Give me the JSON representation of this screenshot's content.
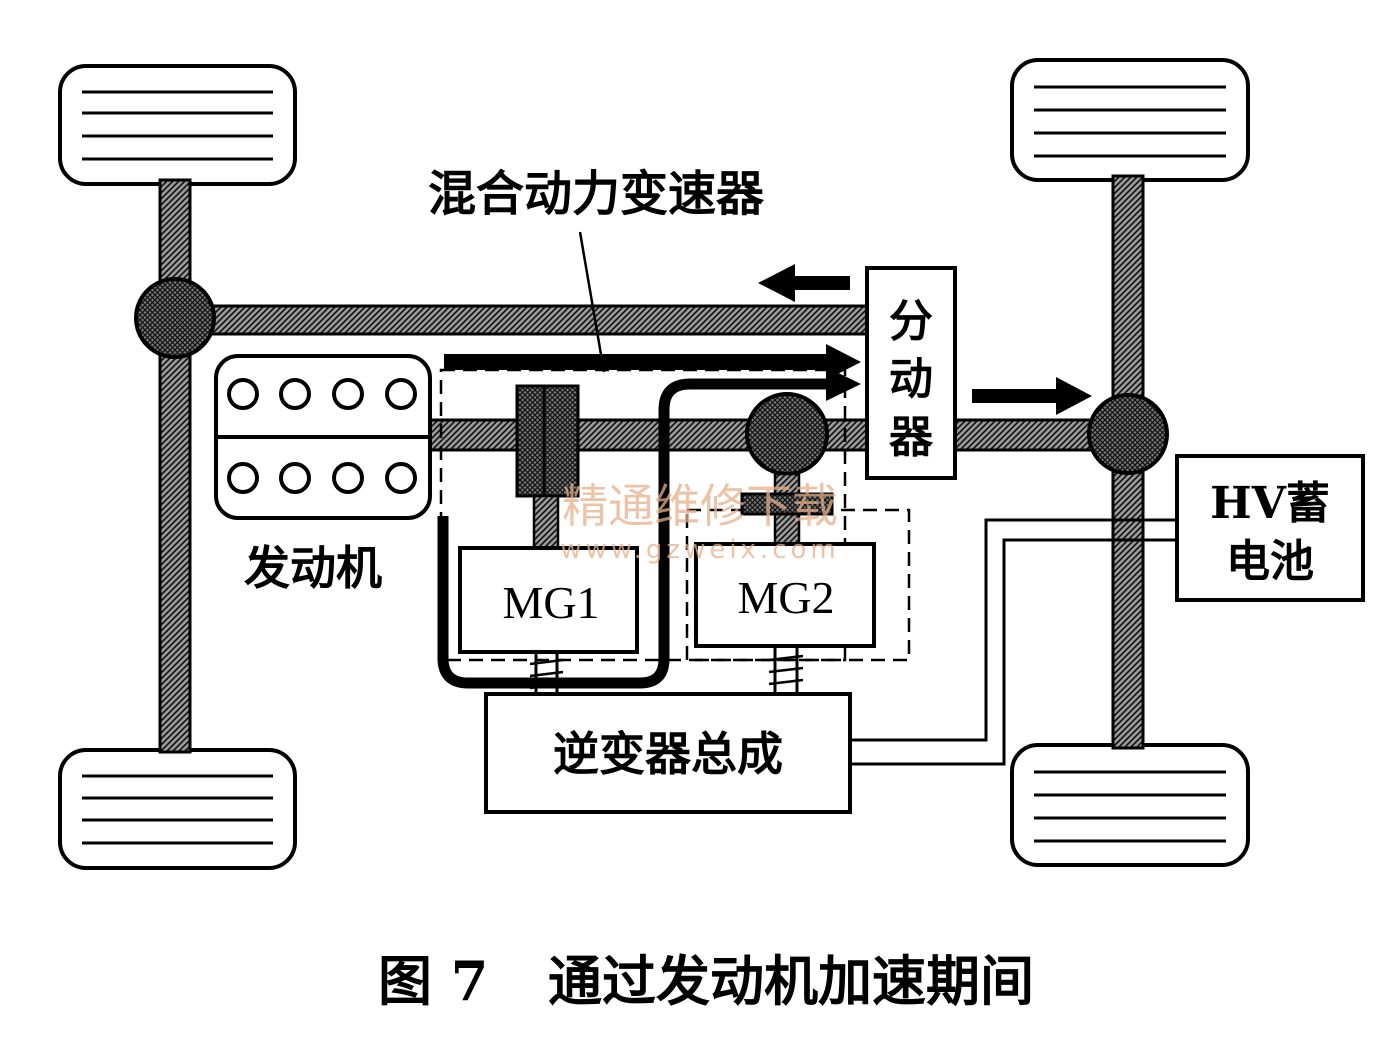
{
  "diagram": {
    "labels": {
      "transmission": "混合动力变速器",
      "transfer": "分动器",
      "engine": "发动机",
      "mg1": "MG1",
      "mg2": "MG2",
      "battery_line1": "HV蓄",
      "battery_line2": "电池",
      "inverter": "逆变器总成"
    },
    "caption": {
      "figure_number": "图 7",
      "text": "通过发动机加速期间"
    },
    "watermark": {
      "title": "精通维修下载",
      "url": "www.gzweix.com"
    }
  }
}
